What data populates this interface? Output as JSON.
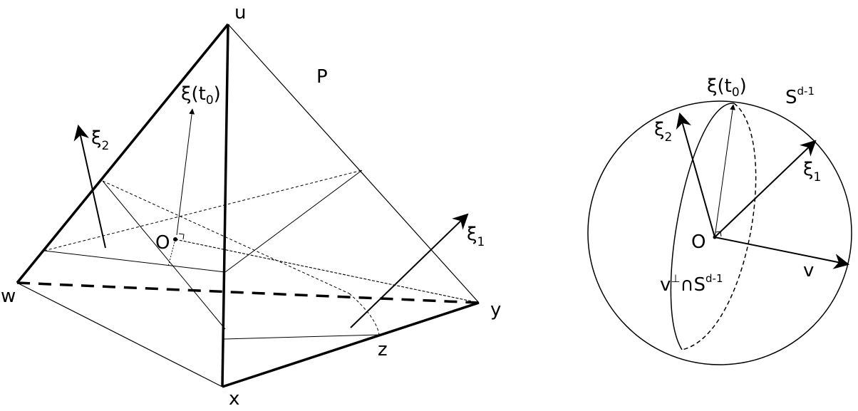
{
  "labels": {
    "u": "u",
    "w": "w",
    "x": "x",
    "y": "y",
    "z": "z",
    "P": "P",
    "O_left": "O",
    "xi": "ξ",
    "t0_open": "(t",
    "t0_sub": "0",
    "t0_close": ")",
    "xi2_sub": "2",
    "xi1_sub": "1",
    "S": "S",
    "S_sup": "d-1",
    "O_right": "O",
    "v": "v",
    "vperp_v": "v",
    "vperp_perp": "⊥",
    "vperp_cap": "∩S",
    "vperp_sup": "d-1"
  },
  "colors": {
    "ink": "#000000",
    "background": "#ffffff"
  }
}
